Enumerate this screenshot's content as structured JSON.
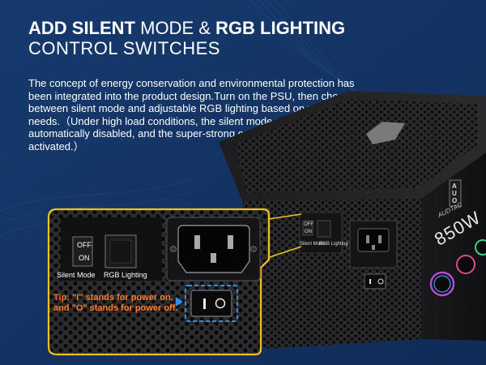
{
  "title": {
    "bold1": "ADD SILENT",
    "thin1": " MODE & ",
    "bold2": "RGB LIGHTING",
    "line2": "CONTROL SWITCHES"
  },
  "description": "The concept of energy conservation and environmental protection has been integrated into the product design.Turn on the PSU, then choose between silent mode and adjustable RGB lighting based on your needs.（Under high load conditions, the silent mode will be automatically disabled, and the super-strong cooling function will be activated.）",
  "callout": {
    "off_label": "OFF",
    "on_label": "ON",
    "silent_mode_label": "Silent Mode",
    "rgb_lighting_label": "RGB Lighting",
    "tip_label": "Tip:",
    "tip_text": " \"I\" stands for power on, and \"O\" stands for power off."
  },
  "psu": {
    "wattage": "850W",
    "brand_vertical": "AUO",
    "brand": "AUDTAC",
    "mini_off": "OFF",
    "mini_on": "ON",
    "mini_silent": "Silent Mode",
    "mini_rgb": "RGB Lighting"
  },
  "colors": {
    "background": "#15386b",
    "accent_yellow": "#f2c21b",
    "tip_orange": "#ff6a1a",
    "highlight_blue": "#2f8fe8"
  }
}
